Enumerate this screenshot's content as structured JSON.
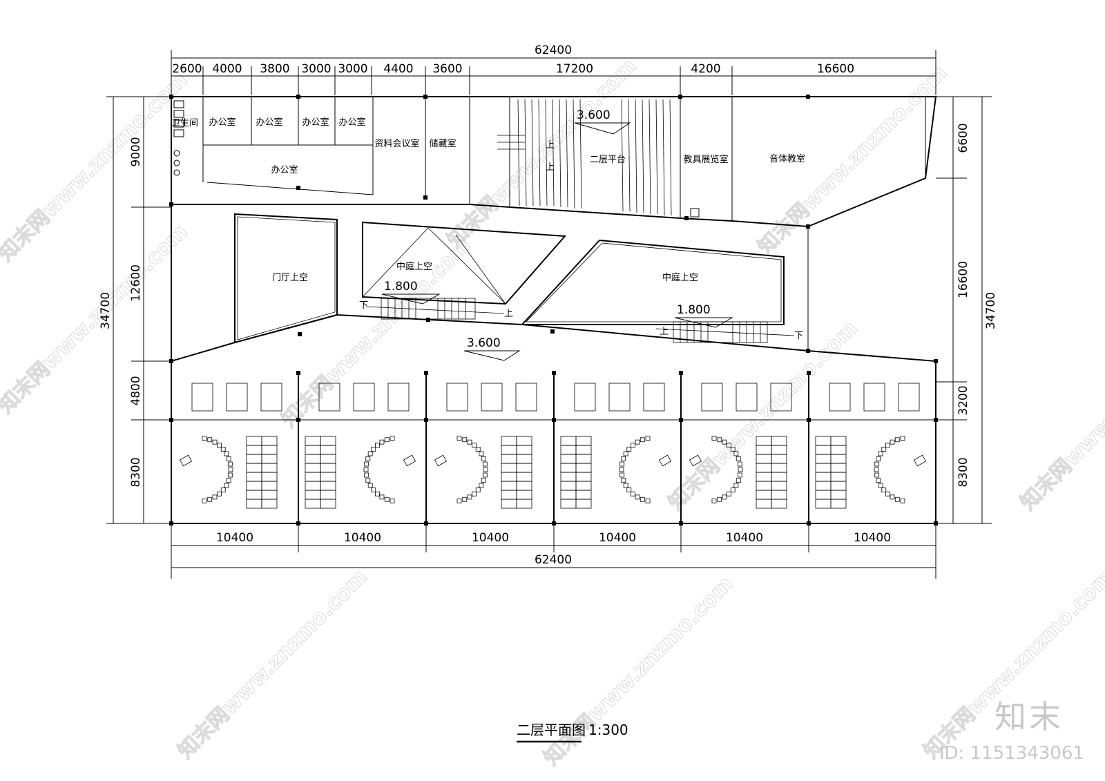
{
  "drawing": {
    "title": "二层平面图",
    "scale": "1:300"
  },
  "dimensions": {
    "top_total": "62400",
    "top_segments": [
      "2600",
      "4000",
      "3800",
      "3000",
      "3000",
      "4400",
      "3600",
      "17200",
      "4200",
      "16600"
    ],
    "bottom_segments": [
      "10400",
      "10400",
      "10400",
      "10400",
      "10400",
      "10400"
    ],
    "bottom_total": "62400",
    "left_total": "34700",
    "left_segments": [
      "9000",
      "12600",
      "4800",
      "8300"
    ],
    "right_total": "34700",
    "right_segments": [
      "6600",
      "16600",
      "3200",
      "8300"
    ]
  },
  "rooms": {
    "toilet": "卫生间",
    "office_1": "办公室",
    "office_2": "办公室",
    "office_3": "办公室",
    "office_4": "办公室",
    "office_large": "办公室",
    "archive_meeting": "资料会议室",
    "storage": "储藏室",
    "platform": "二层平台",
    "teaching_aids": "教具展览室",
    "music_pe": "音体教室",
    "lobby_void": "门厅上空",
    "atrium_void_1": "中庭上空",
    "atrium_void_2": "中庭上空"
  },
  "levels": {
    "platform": "3.600",
    "corridor": "3.600",
    "stair_1": "1.800",
    "stair_2": "1.800"
  },
  "stair_marks": {
    "up": "上",
    "down": "下"
  },
  "watermark": {
    "site": "知末网www.znzmo.com",
    "brand": "知末",
    "id": "ID: 1151343061"
  }
}
